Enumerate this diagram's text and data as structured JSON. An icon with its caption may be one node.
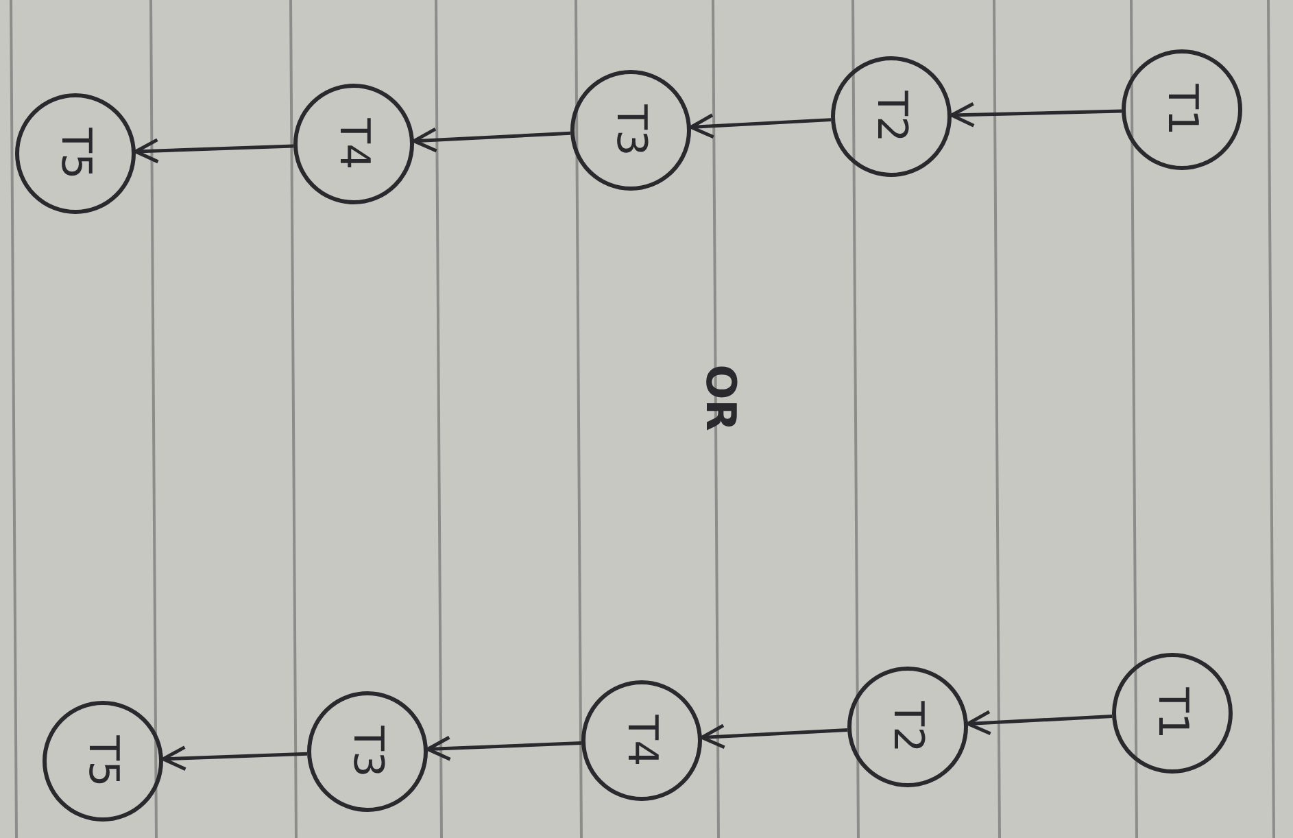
{
  "diagram": {
    "nodes": [
      {
        "text": [
          "T1"
        ]
      },
      {
        "text": [
          "T2"
        ]
      },
      {
        "text": [
          "T3"
        ]
      },
      {
        "text": [
          "T4"
        ]
      },
      {
        "text": [
          "T5"
        ]
      },
      {
        "text": [
          "T1"
        ]
      },
      {
        "text": [
          "T2"
        ]
      },
      {
        "text": [
          "T4"
        ]
      },
      {
        "text": [
          "T3"
        ]
      },
      {
        "text": [
          "T5"
        ]
      }
    ],
    "edges": [
      {
        "from": 0,
        "to": 1,
        "arrow": "to"
      },
      {
        "from": 1,
        "to": 2,
        "arrow": "to"
      },
      {
        "from": 2,
        "to": 3,
        "arrow": "to"
      },
      {
        "from": 3,
        "to": 4,
        "arrow": "to"
      },
      {
        "from": 5,
        "to": 6,
        "arrow": "to"
      },
      {
        "from": 6,
        "to": 7,
        "arrow": "to"
      },
      {
        "from": 7,
        "to": 8,
        "arrow": "to"
      },
      {
        "from": 8,
        "to": 9,
        "arrow": "to"
      }
    ],
    "labels": [
      "OR"
    ]
  }
}
